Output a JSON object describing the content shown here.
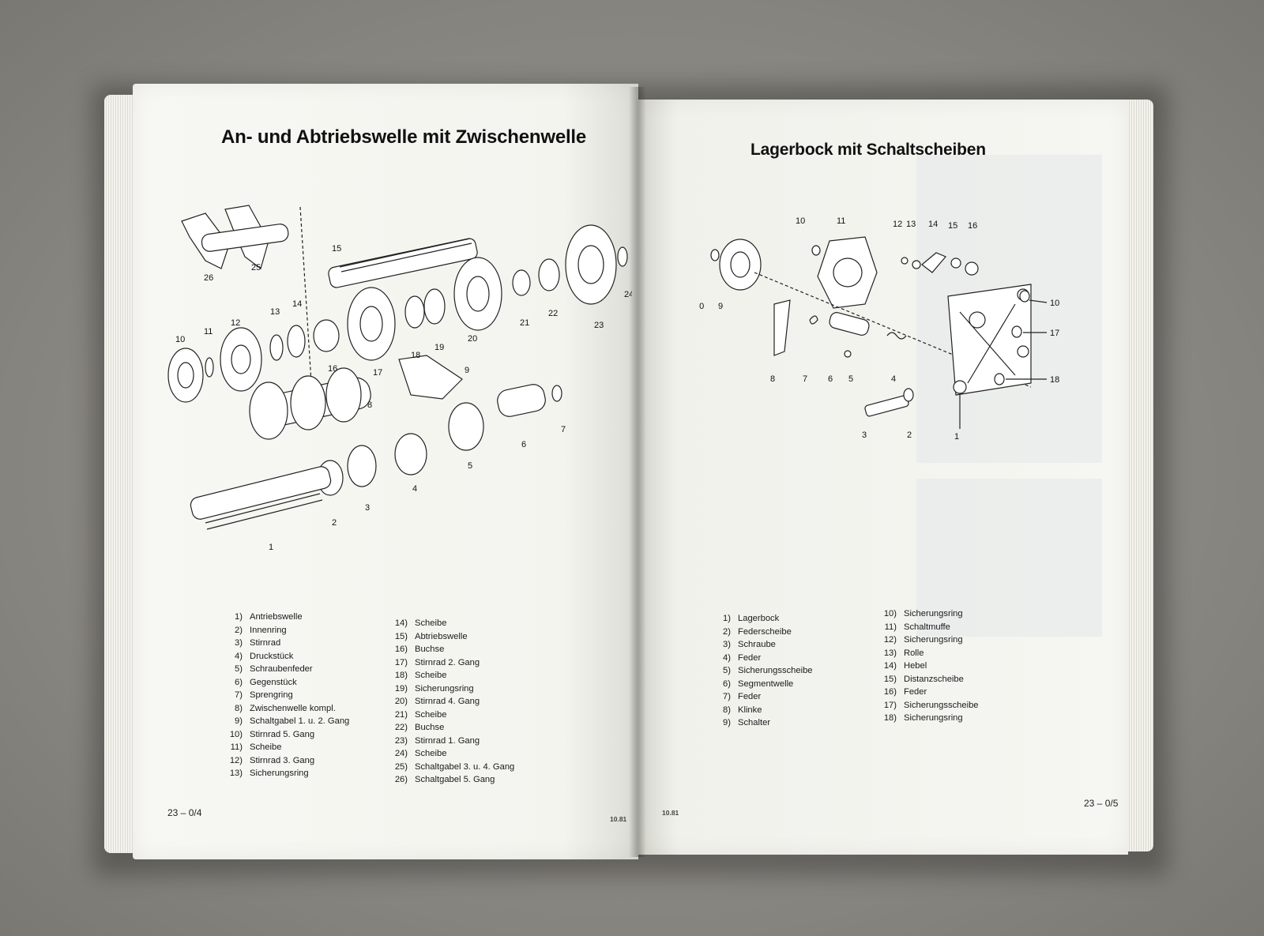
{
  "left_page": {
    "title": "An- und Abtriebswelle mit Zwischenwelle",
    "callouts": [
      "1",
      "2",
      "3",
      "4",
      "5",
      "6",
      "7",
      "8",
      "9",
      "10",
      "11",
      "12",
      "13",
      "14",
      "15",
      "16",
      "17",
      "18",
      "19",
      "20",
      "21",
      "22",
      "23",
      "24",
      "25",
      "26"
    ],
    "legend_col1": [
      {
        "num": "1)",
        "label": "Antriebswelle"
      },
      {
        "num": "2)",
        "label": "Innenring"
      },
      {
        "num": "3)",
        "label": "Stirnrad"
      },
      {
        "num": "4)",
        "label": "Druckstück"
      },
      {
        "num": "5)",
        "label": "Schraubenfeder"
      },
      {
        "num": "6)",
        "label": "Gegenstück"
      },
      {
        "num": "7)",
        "label": "Sprengring"
      },
      {
        "num": "8)",
        "label": "Zwischenwelle kompl."
      },
      {
        "num": "9)",
        "label": "Schaltgabel 1. u. 2. Gang"
      },
      {
        "num": "10)",
        "label": "Stirnrad 5. Gang"
      },
      {
        "num": "11)",
        "label": "Scheibe"
      },
      {
        "num": "12)",
        "label": "Stirnrad 3. Gang"
      },
      {
        "num": "13)",
        "label": "Sicherungsring"
      }
    ],
    "legend_col2": [
      {
        "num": "14)",
        "label": "Scheibe"
      },
      {
        "num": "15)",
        "label": "Abtriebswelle"
      },
      {
        "num": "16)",
        "label": "Buchse"
      },
      {
        "num": "17)",
        "label": "Stirnrad 2. Gang"
      },
      {
        "num": "18)",
        "label": "Scheibe"
      },
      {
        "num": "19)",
        "label": "Sicherungsring"
      },
      {
        "num": "20)",
        "label": "Stirnrad 4. Gang"
      },
      {
        "num": "21)",
        "label": "Scheibe"
      },
      {
        "num": "22)",
        "label": "Buchse"
      },
      {
        "num": "23)",
        "label": "Stirnrad 1. Gang"
      },
      {
        "num": "24)",
        "label": "Scheibe"
      },
      {
        "num": "25)",
        "label": "Schaltgabel 3. u. 4. Gang"
      },
      {
        "num": "26)",
        "label": "Schaltgabel 5. Gang"
      }
    ],
    "page_number": "23 – 0/4",
    "date_stamp": "10.81"
  },
  "right_page": {
    "title": "Lagerbock mit Schaltscheiben",
    "callouts": [
      "1",
      "2",
      "3",
      "4",
      "5",
      "6",
      "7",
      "8",
      "9",
      "10",
      "10",
      "11",
      "12",
      "13",
      "14",
      "15",
      "16",
      "17",
      "18"
    ],
    "legend_col1": [
      {
        "num": "1)",
        "label": "Lagerbock"
      },
      {
        "num": "2)",
        "label": "Federscheibe"
      },
      {
        "num": "3)",
        "label": "Schraube"
      },
      {
        "num": "4)",
        "label": "Feder"
      },
      {
        "num": "5)",
        "label": "Sicherungsscheibe"
      },
      {
        "num": "6)",
        "label": "Segmentwelle"
      },
      {
        "num": "7)",
        "label": "Feder"
      },
      {
        "num": "8)",
        "label": "Klinke"
      },
      {
        "num": "9)",
        "label": "Schalter"
      }
    ],
    "legend_col2": [
      {
        "num": "10)",
        "label": "Sicherungsring"
      },
      {
        "num": "11)",
        "label": "Schaltmuffe"
      },
      {
        "num": "12)",
        "label": "Sicherungsring"
      },
      {
        "num": "13)",
        "label": "Rolle"
      },
      {
        "num": "14)",
        "label": "Hebel"
      },
      {
        "num": "15)",
        "label": "Distanzscheibe"
      },
      {
        "num": "16)",
        "label": "Feder"
      },
      {
        "num": "17)",
        "label": "Sicherungsscheibe"
      },
      {
        "num": "18)",
        "label": "Sicherungsring"
      }
    ],
    "page_number": "23 – 0/5",
    "date_stamp": "10.81"
  }
}
